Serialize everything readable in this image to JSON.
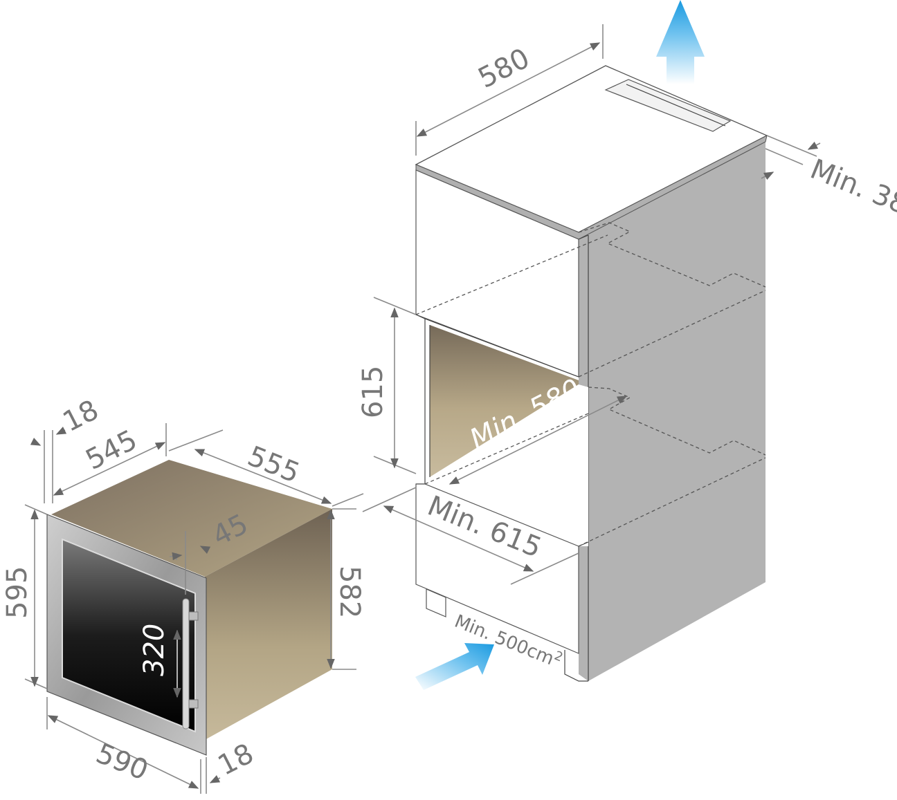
{
  "appliance": {
    "labels": {
      "height_total": "595",
      "height_body": "582",
      "width_total": "590",
      "width_body": "545",
      "depth": "555",
      "frame_top": "18",
      "frame_bottom": "18",
      "door_offset": "45",
      "handle_length": "320"
    }
  },
  "cabinet": {
    "labels": {
      "top_depth": "580",
      "rear_gap": "Min. 38",
      "niche_height": "615",
      "niche_depth": "Min. 580",
      "niche_width": "Min. 615",
      "vent_area": "Min. 500cm",
      "vent_area_sup": "2"
    }
  },
  "colors": {
    "line": "#8a8a8a",
    "label": "#777777",
    "cabinet_side": "#b3b3b3",
    "cavity": "#b5a888",
    "appliance_body": "#9a8b73",
    "glass": "#111111",
    "airflow": "#1a9ae0"
  },
  "icons": [
    "airflow-up-arrow",
    "airflow-in-arrow"
  ]
}
